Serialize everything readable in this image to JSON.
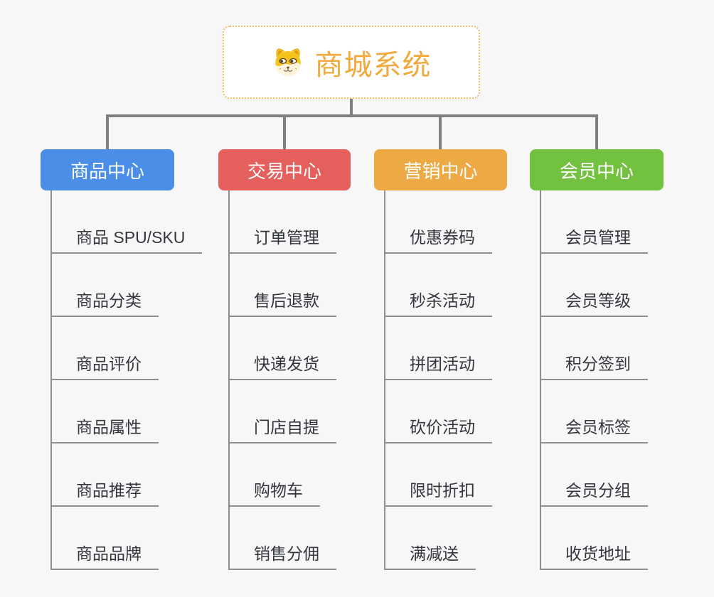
{
  "colors": {
    "page-bg": "#f7f7f7",
    "trunk-line": "#7f7f7f",
    "branch-line": "#8f8f8f",
    "item-text": "#33373d",
    "root-border": "#f0bc66",
    "root-title": "#f2a93c",
    "header-text": "#ffffff"
  },
  "root": {
    "title": "商城系统",
    "icon": "dog-face-icon"
  },
  "branches": [
    {
      "label": "商品中心",
      "color": "#4a8ee8",
      "items": [
        "商品 SPU/SKU",
        "商品分类",
        "商品评价",
        "商品属性",
        "商品推荐",
        "商品品牌"
      ]
    },
    {
      "label": "交易中心",
      "color": "#e55f5c",
      "items": [
        "订单管理",
        "售后退款",
        "快递发货",
        "门店自提",
        "购物车",
        "销售分佣"
      ]
    },
    {
      "label": "营销中心",
      "color": "#eda943",
      "items": [
        "优惠券码",
        "秒杀活动",
        "拼团活动",
        "砍价活动",
        "限时折扣",
        "满减送"
      ]
    },
    {
      "label": "会员中心",
      "color": "#72c13f",
      "items": [
        "会员管理",
        "会员等级",
        "积分签到",
        "会员标签",
        "会员分组",
        "收货地址"
      ]
    }
  ]
}
